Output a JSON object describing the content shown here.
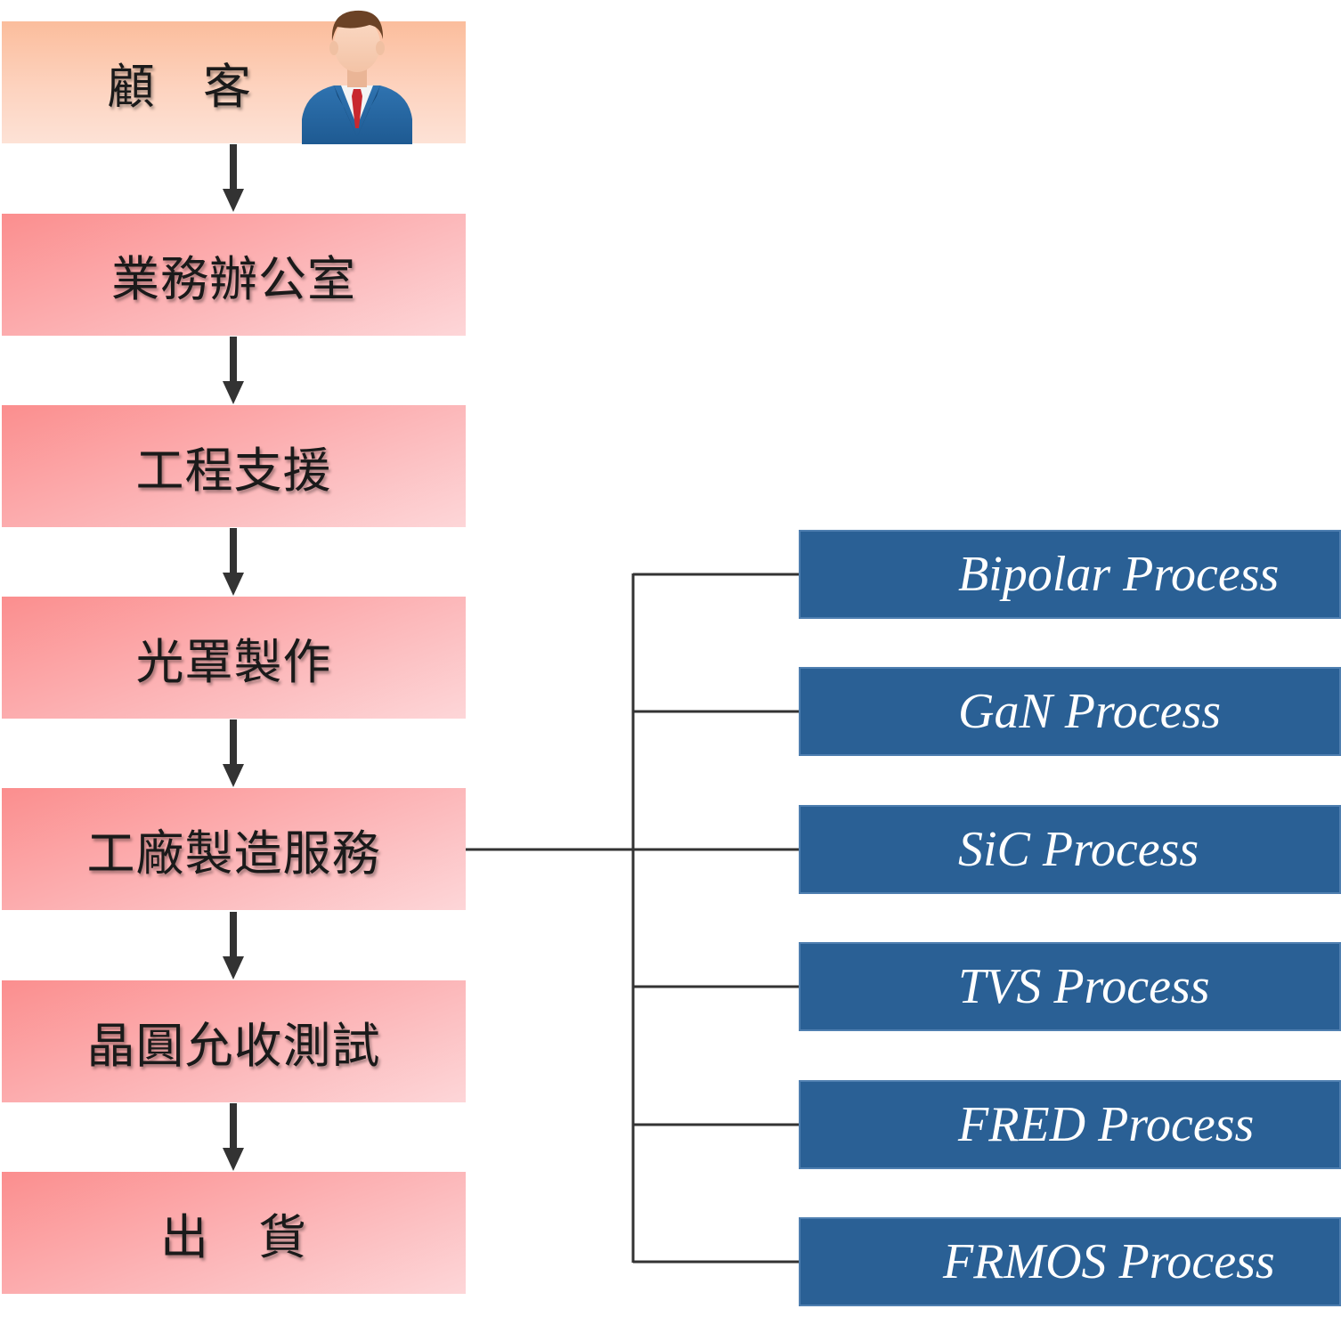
{
  "flow": {
    "steps": [
      {
        "label": "顧　客"
      },
      {
        "label": "業務辦公室"
      },
      {
        "label": "工程支援"
      },
      {
        "label": "光罩製作"
      },
      {
        "label": "工廠製造服務"
      },
      {
        "label": "晶圓允收測試"
      },
      {
        "label": "出　貨"
      }
    ]
  },
  "processes": {
    "items": [
      {
        "label": "Bipolar Process"
      },
      {
        "label": "GaN Process"
      },
      {
        "label": "SiC Process"
      },
      {
        "label": "TVS Process"
      },
      {
        "label": "FRED Process"
      },
      {
        "label": "FRMOS Process"
      }
    ]
  },
  "colors": {
    "customer_box": "#fdd3bf",
    "step_box": "#fcb2b4",
    "process_box": "#2a6095",
    "connector": "#333333"
  },
  "icons": {
    "customer": "businessman-avatar-icon",
    "flow_arrow": "arrow-down-icon"
  }
}
